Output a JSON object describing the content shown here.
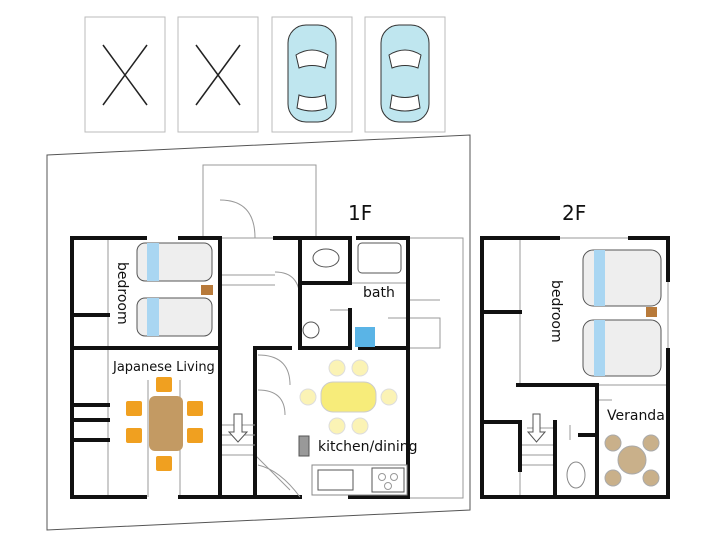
{
  "floors": {
    "first": {
      "label": "1F",
      "rooms": {
        "bedroom": "bedroom",
        "japanese_living": "Japanese Living",
        "bath": "bath",
        "kitchen": "kitchen/dining"
      }
    },
    "second": {
      "label": "2F",
      "rooms": {
        "bedroom": "bedroom",
        "veranda": "Veranda"
      }
    }
  },
  "parking": [
    {
      "status": "unavailable"
    },
    {
      "status": "unavailable"
    },
    {
      "status": "car"
    },
    {
      "status": "car"
    }
  ],
  "colors": {
    "wall": "#111111",
    "bed_pillow": "#a9d6f2",
    "japanese_table": "#c39a63",
    "cushion": "#f0a020",
    "dining_table": "#f7ec7a",
    "dining_chair": "#fbf3b5",
    "veranda_furniture": "#c9b08a",
    "car": "#bfe6ef"
  }
}
